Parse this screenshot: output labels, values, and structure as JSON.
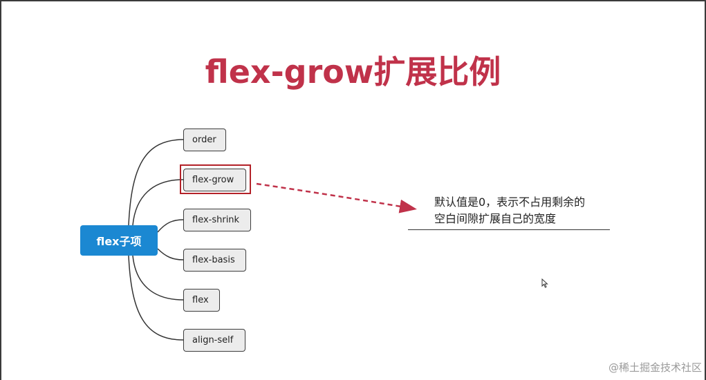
{
  "title": "flex-grow扩展比例",
  "root": {
    "label": "flex子项",
    "color": "#1b88d2"
  },
  "children": [
    {
      "label": "order"
    },
    {
      "label": "flex-grow"
    },
    {
      "label": "flex-shrink"
    },
    {
      "label": "flex-basis"
    },
    {
      "label": "flex"
    },
    {
      "label": "align-self"
    }
  ],
  "highlighted_child": "flex-grow",
  "note": {
    "line1": "默认值是0，表示不占用剩余的",
    "line2": "空白间隙扩展自己的宽度"
  },
  "watermark": "@稀土掘金技术社区",
  "colors": {
    "title": "#c0324a",
    "highlight_border": "#b32128",
    "arrow": "#c0324a"
  }
}
